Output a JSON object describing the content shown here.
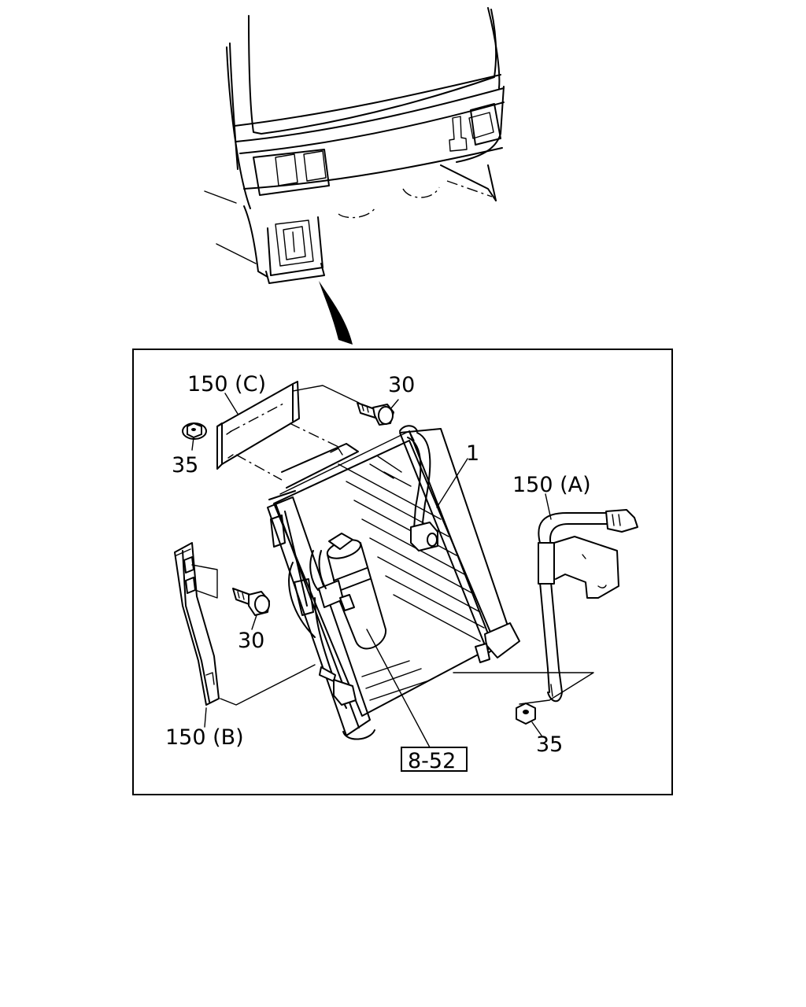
{
  "labels": {
    "bracket_c": "150 (C)",
    "bolt_top": "30",
    "nut_top": "35",
    "condenser": "1",
    "bracket_a": "150 (A)",
    "bolt_mid": "30",
    "bracket_b": "150 (B)",
    "nut_bottom": "35",
    "reference": "8-52"
  }
}
